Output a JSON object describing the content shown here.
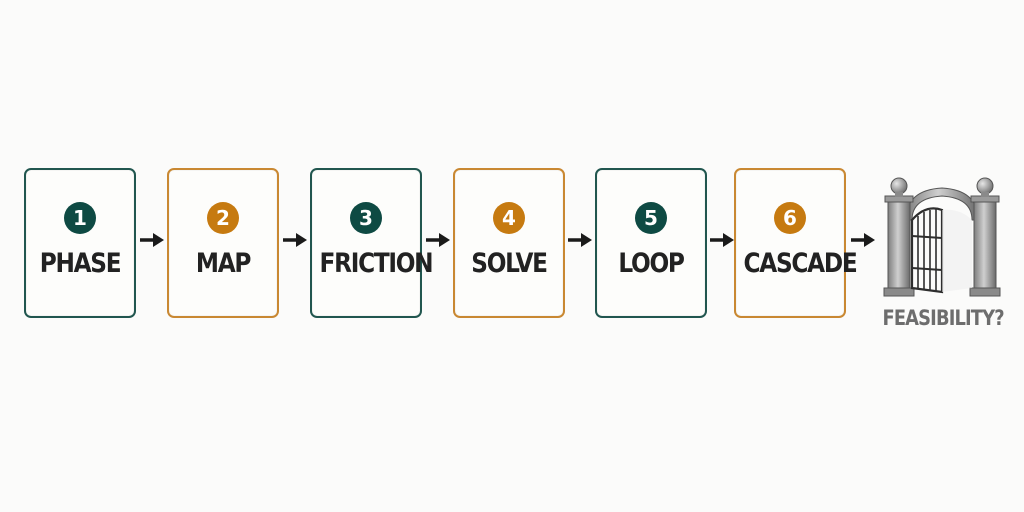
{
  "steps": [
    {
      "number": "1",
      "label": "PHASE",
      "accent": "teal"
    },
    {
      "number": "2",
      "label": "MAP",
      "accent": "orange"
    },
    {
      "number": "3",
      "label": "FRICTION",
      "accent": "teal"
    },
    {
      "number": "4",
      "label": "SOLVE",
      "accent": "orange"
    },
    {
      "number": "5",
      "label": "LOOP",
      "accent": "teal"
    },
    {
      "number": "6",
      "label": "CASCADE",
      "accent": "orange"
    }
  ],
  "goal": {
    "label": "FEASIBILITY?",
    "icon": "gate-icon"
  },
  "colors": {
    "teal": "#0e4a43",
    "orange": "#c67a10",
    "text": "#222222",
    "arrow": "#1a1a1a"
  }
}
